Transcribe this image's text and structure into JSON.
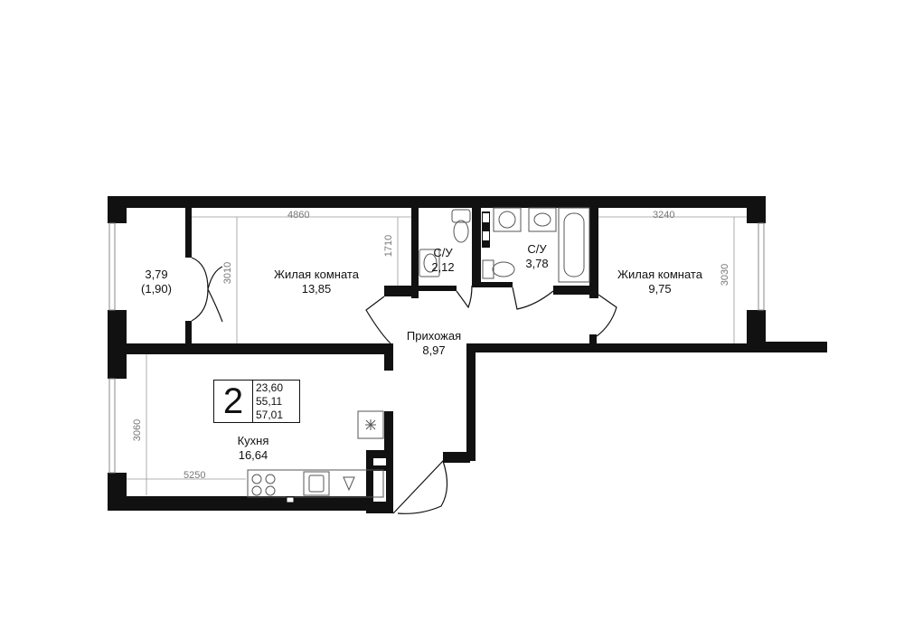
{
  "rooms": {
    "storage": {
      "area": "3,79",
      "area_alt": "(1,90)"
    },
    "living1": {
      "name": "Жилая комната",
      "area": "13,85"
    },
    "bath1": {
      "name": "С/У",
      "area": "2,12"
    },
    "bath2": {
      "name": "С/У",
      "area": "3,78"
    },
    "living2": {
      "name": "Жилая комната",
      "area": "9,75"
    },
    "hall": {
      "name": "Прихожая",
      "area": "8,97"
    },
    "kitchen": {
      "name": "Кухня",
      "area": "16,64"
    }
  },
  "dimensions": {
    "living1_width": "4860",
    "living1_height": "3010",
    "living1_depth": "1710",
    "living2_width": "3240",
    "living2_height": "3030",
    "kitchen_width": "5250",
    "kitchen_height": "3060"
  },
  "summary": {
    "rooms_count": "2",
    "living_area": "23,60",
    "total_area": "55,11",
    "total_area_alt": "57,01"
  },
  "colors": {
    "wall": "#111111",
    "line": "#888888",
    "dim": "#777777"
  }
}
